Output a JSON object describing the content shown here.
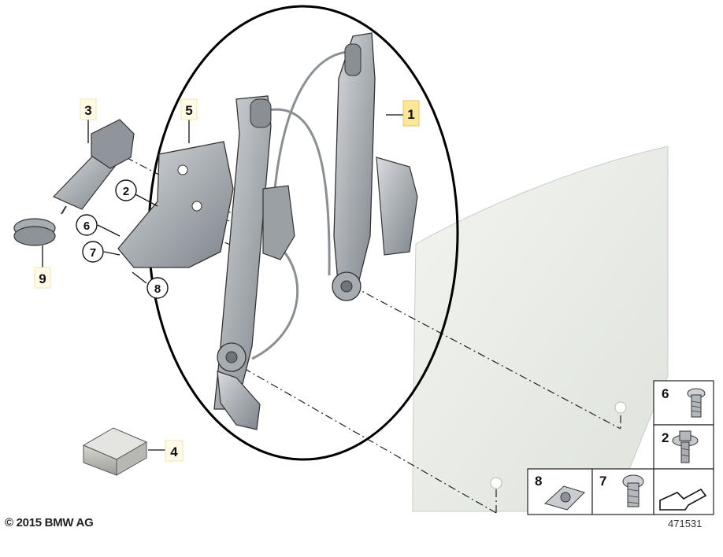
{
  "callouts": [
    {
      "id": "1",
      "text": "1",
      "style": "box",
      "highlighted": true
    },
    {
      "id": "2",
      "text": "2",
      "style": "circle"
    },
    {
      "id": "3",
      "text": "3",
      "style": "box"
    },
    {
      "id": "4",
      "text": "4",
      "style": "box"
    },
    {
      "id": "5",
      "text": "5",
      "style": "box"
    },
    {
      "id": "6",
      "text": "6",
      "style": "circle"
    },
    {
      "id": "7",
      "text": "7",
      "style": "circle"
    },
    {
      "id": "8",
      "text": "8",
      "style": "circle"
    },
    {
      "id": "9",
      "text": "9",
      "style": "box"
    }
  ],
  "legend": [
    {
      "text": "6"
    },
    {
      "text": "2"
    },
    {
      "text": "8"
    },
    {
      "text": "7"
    }
  ],
  "copyright": "© 2015 BMW AG",
  "diagram_number": "471531",
  "colors": {
    "highlight": "#fbe79a",
    "label_box": "#fffbe6",
    "glass": "#e9ece6",
    "metal": "#b9bdc2",
    "outline": "#111111"
  }
}
